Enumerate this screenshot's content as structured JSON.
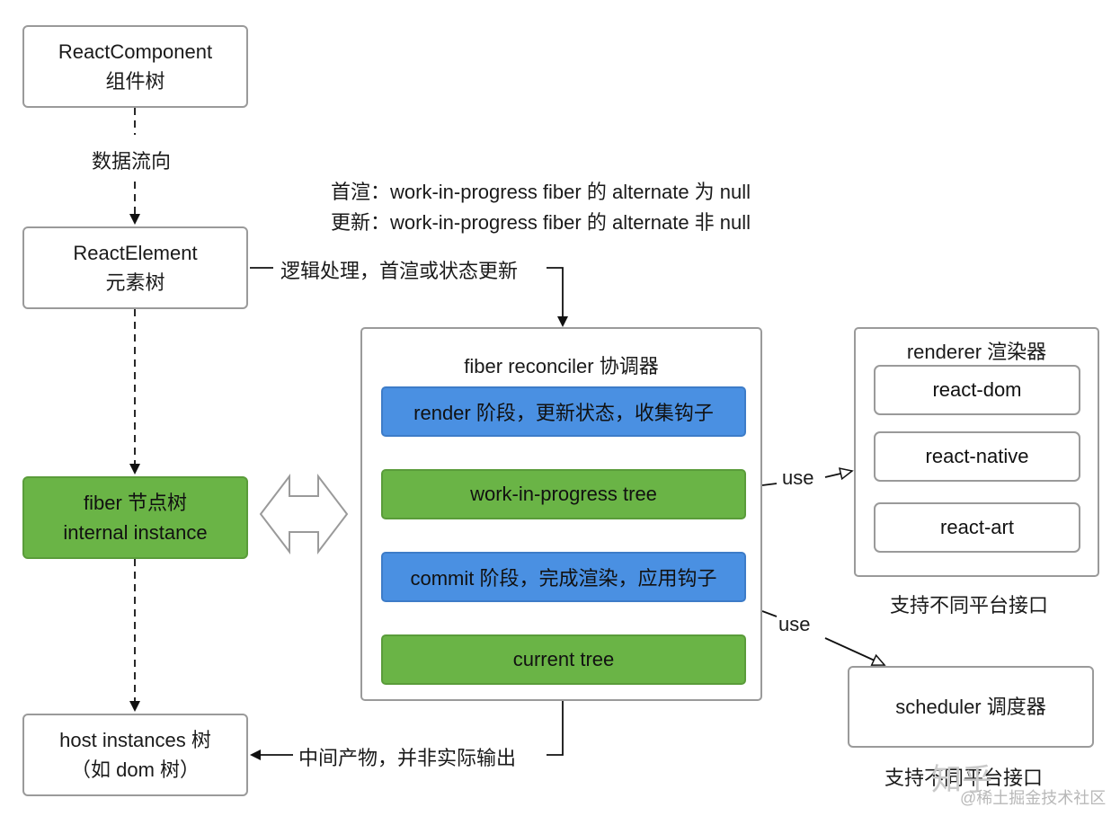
{
  "left_column": {
    "component": {
      "line1": "ReactComponent",
      "line2": "组件树"
    },
    "flow_label": "数据流向",
    "element": {
      "line1": "ReactElement",
      "line2": "元素树"
    },
    "fiber": {
      "line1": "fiber 节点树",
      "line2": "internal instance"
    },
    "host": {
      "line1": "host instances 树",
      "line2": "（如 dom 树）"
    }
  },
  "notes": {
    "first_render": "首渲：work-in-progress fiber 的 alternate 为 null",
    "update": "更新：work-in-progress fiber 的 alternate 非 null"
  },
  "edge_labels": {
    "logic": "逻辑处理，首渲或状态更新",
    "output": "中间产物，并非实际输出",
    "use_renderer": "use",
    "use_scheduler": "use"
  },
  "reconciler": {
    "title": "fiber reconciler 协调器",
    "render_phase": "render 阶段，更新状态，收集钩子",
    "wip_tree": "work-in-progress tree",
    "commit_phase": "commit 阶段，完成渲染，应用钩子",
    "current_tree": "current tree"
  },
  "renderer": {
    "title": "renderer 渲染器",
    "items": [
      "react-dom",
      "react-native",
      "react-art"
    ],
    "caption": "支持不同平台接口"
  },
  "scheduler": {
    "title": "scheduler 调度器",
    "caption": "支持不同平台接口"
  },
  "watermark": {
    "text1": "知乎",
    "text2": "@稀土掘金技术社区"
  },
  "colors": {
    "blue": "#4a90e2",
    "green": "#6ab446",
    "border": "#9a9a9a"
  }
}
